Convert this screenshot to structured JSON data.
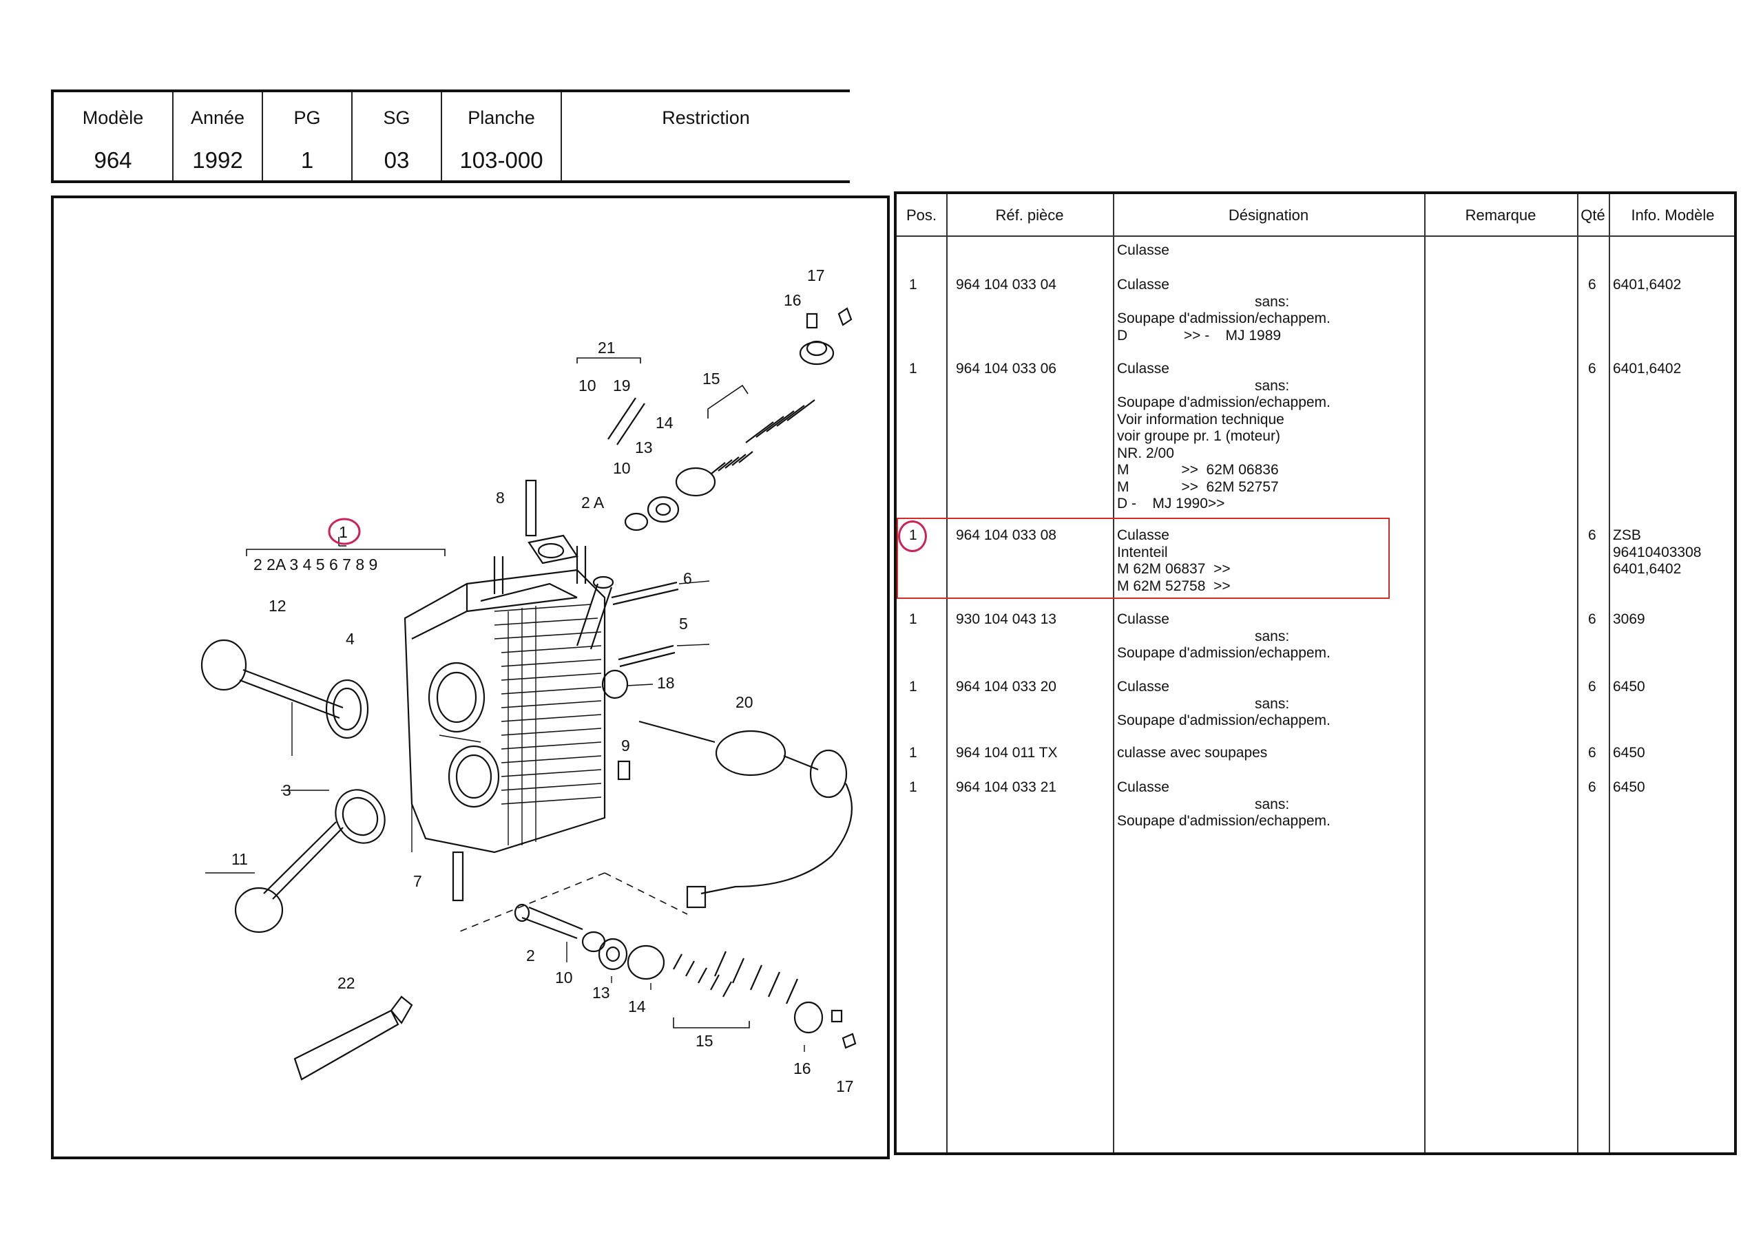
{
  "header": {
    "columns": [
      {
        "label": "Modèle",
        "value": "964"
      },
      {
        "label": "Année",
        "value": "1992"
      },
      {
        "label": "PG",
        "value": "1"
      },
      {
        "label": "SG",
        "value": "03"
      },
      {
        "label": "Planche",
        "value": "103-000"
      },
      {
        "label": "Restriction",
        "value": ""
      }
    ]
  },
  "table": {
    "headers": {
      "pos": "Pos.",
      "ref": "Réf. pièce",
      "designation": "Désignation",
      "remarque": "Remarque",
      "qte": "Qté",
      "info": "Info. Modèle"
    },
    "rows": [
      {
        "pos": "",
        "ref": "",
        "lines": [
          "Culasse"
        ],
        "qty": "",
        "info": []
      },
      {
        "pos": "1",
        "ref": "964 104 033 04",
        "lines": [
          "Culasse",
          "sans:",
          "Soupape d'admission/echappem.",
          "D              >> -    MJ 1989"
        ],
        "qty": "6",
        "info": [
          "6401,6402"
        ]
      },
      {
        "pos": "1",
        "ref": "964 104 033 06",
        "lines": [
          "Culasse",
          "sans:",
          "Soupape d'admission/echappem.",
          "Voir information technique",
          "voir groupe pr. 1 (moteur)",
          "NR. 2/00",
          "M             >>  62M 06836",
          "M             >>  62M 52757",
          "D -    MJ 1990>>"
        ],
        "qty": "6",
        "info": [
          "6401,6402"
        ]
      },
      {
        "pos": "1",
        "ref": "964 104 033 08",
        "lines": [
          "Culasse",
          "Intenteil",
          "M 62M 06837  >>",
          "M 62M 52758  >>"
        ],
        "qty": "6",
        "info": [
          "ZSB",
          "96410403308",
          "6401,6402"
        ]
      },
      {
        "pos": "1",
        "ref": "930 104 043 13",
        "lines": [
          "Culasse",
          "sans:",
          "Soupape d'admission/echappem."
        ],
        "qty": "6",
        "info": [
          "3069"
        ]
      },
      {
        "pos": "1",
        "ref": "964 104 033 20",
        "lines": [
          "Culasse",
          "sans:",
          "Soupape d'admission/echappem."
        ],
        "qty": "6",
        "info": [
          "6450"
        ]
      },
      {
        "pos": "1",
        "ref": "964 104 011 TX",
        "lines": [
          "culasse avec soupapes"
        ],
        "qty": "6",
        "info": [
          "6450"
        ]
      },
      {
        "pos": "1",
        "ref": "964 104 033 21",
        "lines": [
          "Culasse",
          "sans:",
          "Soupape d'admission/echappem."
        ],
        "qty": "6",
        "info": [
          "6450"
        ]
      }
    ]
  },
  "diagram": {
    "labels": {
      "l1": "1",
      "l1_list": "2  2A  3  4  5  6  7  8  9",
      "l2": "2",
      "l2A": "2 A",
      "l3": "3",
      "l4": "4",
      "l5": "5",
      "l6": "6",
      "l7": "7",
      "l8": "8",
      "l9": "9",
      "l10a": "10",
      "l10b": "10",
      "l10c": "10",
      "l11": "11",
      "l12": "12",
      "l13a": "13",
      "l13b": "13",
      "l14a": "14",
      "l14b": "14",
      "l15a": "15",
      "l15b": "15",
      "l16a": "16",
      "l16b": "16",
      "l17a": "17",
      "l17b": "17",
      "l18": "18",
      "l19": "19",
      "l20": "20",
      "l21": "21",
      "l22": "22"
    }
  },
  "colors": {
    "highlight": "#d42a2a",
    "circle": "#cc2255"
  }
}
